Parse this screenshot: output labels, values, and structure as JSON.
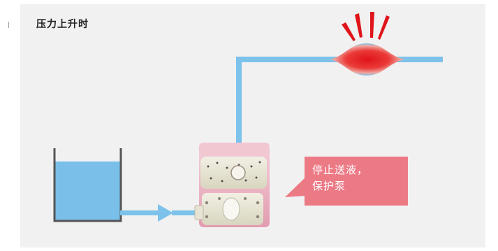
{
  "title": "压力上升时",
  "callout": {
    "line1": "停止送液，",
    "line2": "保护泵"
  },
  "colors": {
    "background": "#f1f1f1",
    "pipe": "#7cc2ea",
    "liquid": "#79bfe9",
    "tank_wall": "#555555",
    "pump_body": "#e6a5b6",
    "pump_top": "#f0c3cf",
    "pump_head": "#e9e6d4",
    "callout": "#ec7a85",
    "alarm": "#e0141b"
  },
  "icons": {
    "alarm_rays": "alarm-rays-icon",
    "pressure_bulge": "pressure-bulge-icon",
    "flow_arrow": "flow-arrow-icon"
  }
}
